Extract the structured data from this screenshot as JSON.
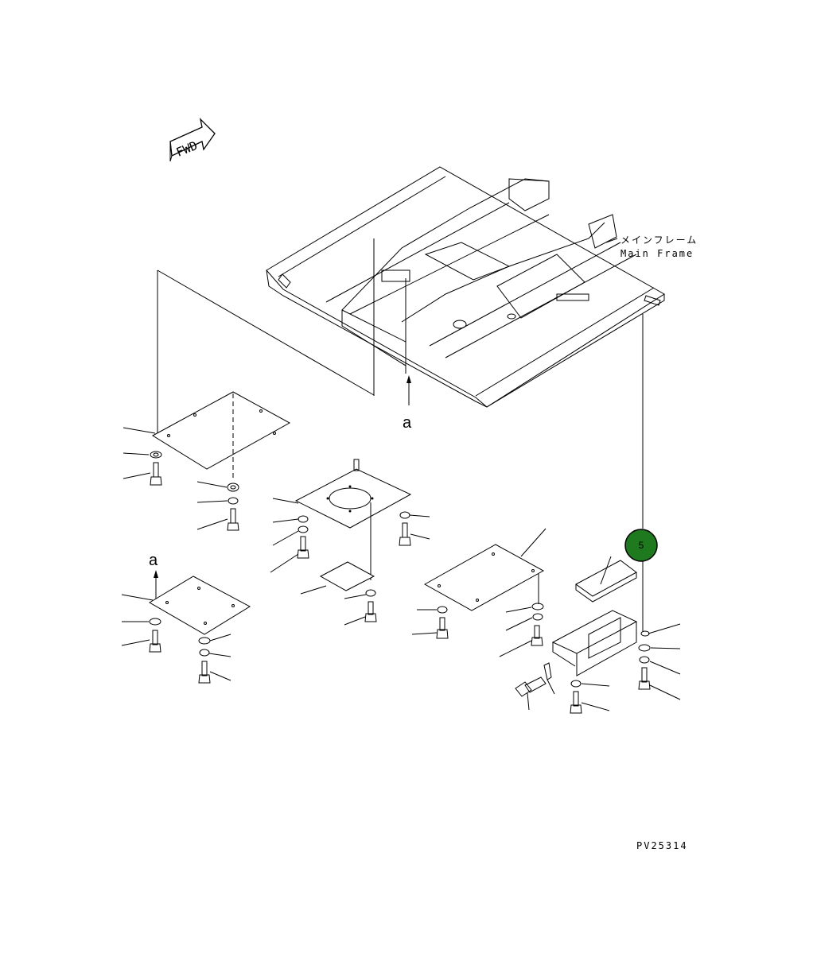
{
  "diagram": {
    "fwd_label": "FWD",
    "main_frame_jp": "メインフレーム",
    "main_frame_en": "Main Frame",
    "view_a_top": "a",
    "view_a_left": "a",
    "drawing_number": "PV25314",
    "callout_number": "5",
    "callout_color": "#1f7a1f"
  }
}
